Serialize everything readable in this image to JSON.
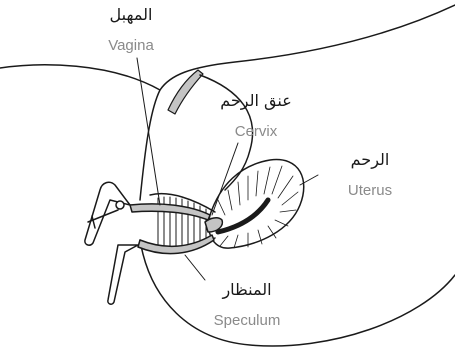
{
  "labels": {
    "vagina": {
      "arabic": "المهبل",
      "english": "Vagina"
    },
    "cervix": {
      "arabic": "عنق الرحم",
      "english": "Cervix"
    },
    "uterus": {
      "arabic": "الرحم",
      "english": "Uterus"
    },
    "speculum": {
      "arabic": "المنظار",
      "english": "Speculum"
    }
  },
  "colors": {
    "outline": "#1a1a1a",
    "tissue_fill": "#c4c4c4",
    "english_text": "#8a8a8a",
    "arabic_text": "#1a1a1a"
  }
}
